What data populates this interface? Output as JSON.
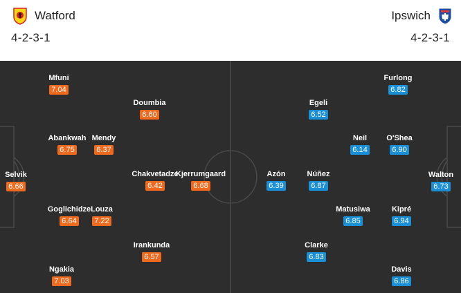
{
  "home": {
    "name": "Watford",
    "formation": "4-2-3-1",
    "colors": {
      "rating_bg": "#ee6a1f",
      "crest_primary": "#fbd613",
      "crest_secondary": "#d81e28"
    },
    "crest_icon": "watford-crest-icon"
  },
  "away": {
    "name": "Ipswich",
    "formation": "4-2-3-1",
    "colors": {
      "rating_bg": "#1a8fd6",
      "crest_primary": "#1c4da1",
      "crest_secondary": "#e03a3e"
    },
    "crest_icon": "ipswich-crest-icon"
  },
  "players": {
    "home": [
      {
        "name": "Selvik",
        "rating": "6.66"
      },
      {
        "name": "Mfuni",
        "rating": "7.04"
      },
      {
        "name": "Doumbia",
        "rating": "6.60"
      },
      {
        "name": "Abankwah",
        "rating": "6.75"
      },
      {
        "name": "Mendy",
        "rating": "6.37"
      },
      {
        "name": "Chakvetadze",
        "rating": "6.42"
      },
      {
        "name": "Kjerrumgaard",
        "rating": "6.68"
      },
      {
        "name": "Goglichidze",
        "rating": "6.64"
      },
      {
        "name": "Louza",
        "rating": "7.22"
      },
      {
        "name": "Irankunda",
        "rating": "6.57"
      },
      {
        "name": "Ngakia",
        "rating": "7.03"
      }
    ],
    "away": [
      {
        "name": "Furlong",
        "rating": "6.82"
      },
      {
        "name": "Egeli",
        "rating": "6.52"
      },
      {
        "name": "Neil",
        "rating": "6.14"
      },
      {
        "name": "O'Shea",
        "rating": "6.90"
      },
      {
        "name": "Azón",
        "rating": "6.39"
      },
      {
        "name": "Núñez",
        "rating": "6.87"
      },
      {
        "name": "Walton",
        "rating": "6.73"
      },
      {
        "name": "Matusiwa",
        "rating": "6.85"
      },
      {
        "name": "Kipré",
        "rating": "6.94"
      },
      {
        "name": "Clarke",
        "rating": "6.83"
      },
      {
        "name": "Davis",
        "rating": "6.86"
      }
    ]
  }
}
